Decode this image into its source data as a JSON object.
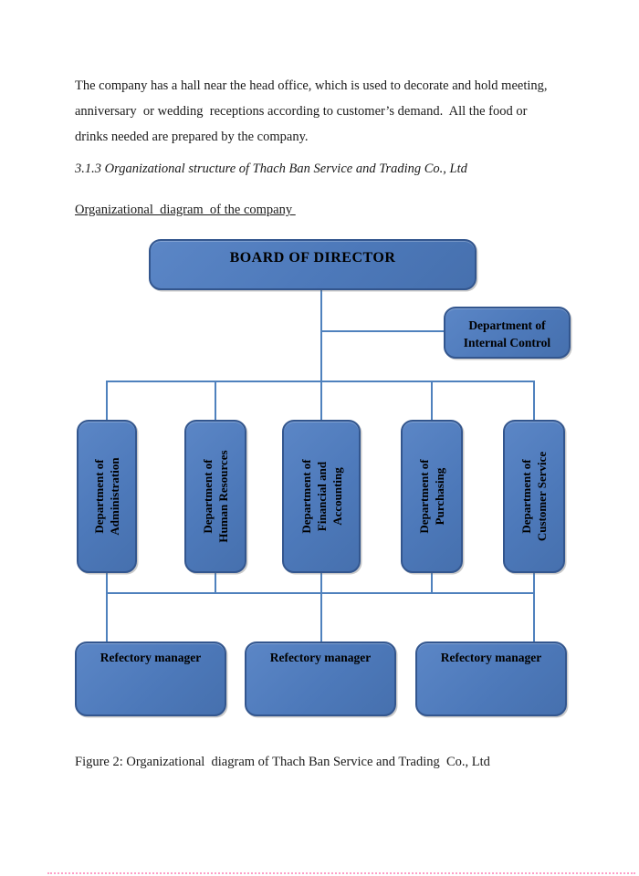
{
  "page": {
    "paragraph_lines": [
      "The company has a hall near the head office, which is used to decorate and hold meeting,",
      "anniversary  or wedding  receptions according to customer’s demand.  All the food or",
      "drinks needed are prepared by the company."
    ],
    "section_heading": "3.1.3 Organizational structure of Thach Ban Service and Trading Co., Ltd",
    "sub_heading": "Organizational  diagram  of the company ",
    "figure_caption": "Figure 2: Organizational  diagram of Thach Ban Service and Trading  Co., Ltd"
  },
  "diagram": {
    "root_label": "BOARD OF DIRECTOR",
    "internal_control": {
      "lines": [
        "Department of",
        "Internal Control"
      ]
    },
    "departments": [
      {
        "lines": [
          "Department of",
          "Administration"
        ]
      },
      {
        "lines": [
          "Department of",
          "Human Resources"
        ]
      },
      {
        "lines": [
          "Department of",
          "Financial and",
          "Accounting"
        ]
      },
      {
        "lines": [
          "Department of",
          "Purchasing"
        ]
      },
      {
        "lines": [
          "Department of",
          "Customer Service"
        ]
      }
    ],
    "managers": [
      {
        "label": "Refectory manager"
      },
      {
        "label": "Refectory manager"
      },
      {
        "label": "Refectory manager"
      }
    ],
    "colors": {
      "box_fill": "#4d79ba",
      "box_border": "#33568e",
      "connector": "#4f81bd"
    }
  }
}
